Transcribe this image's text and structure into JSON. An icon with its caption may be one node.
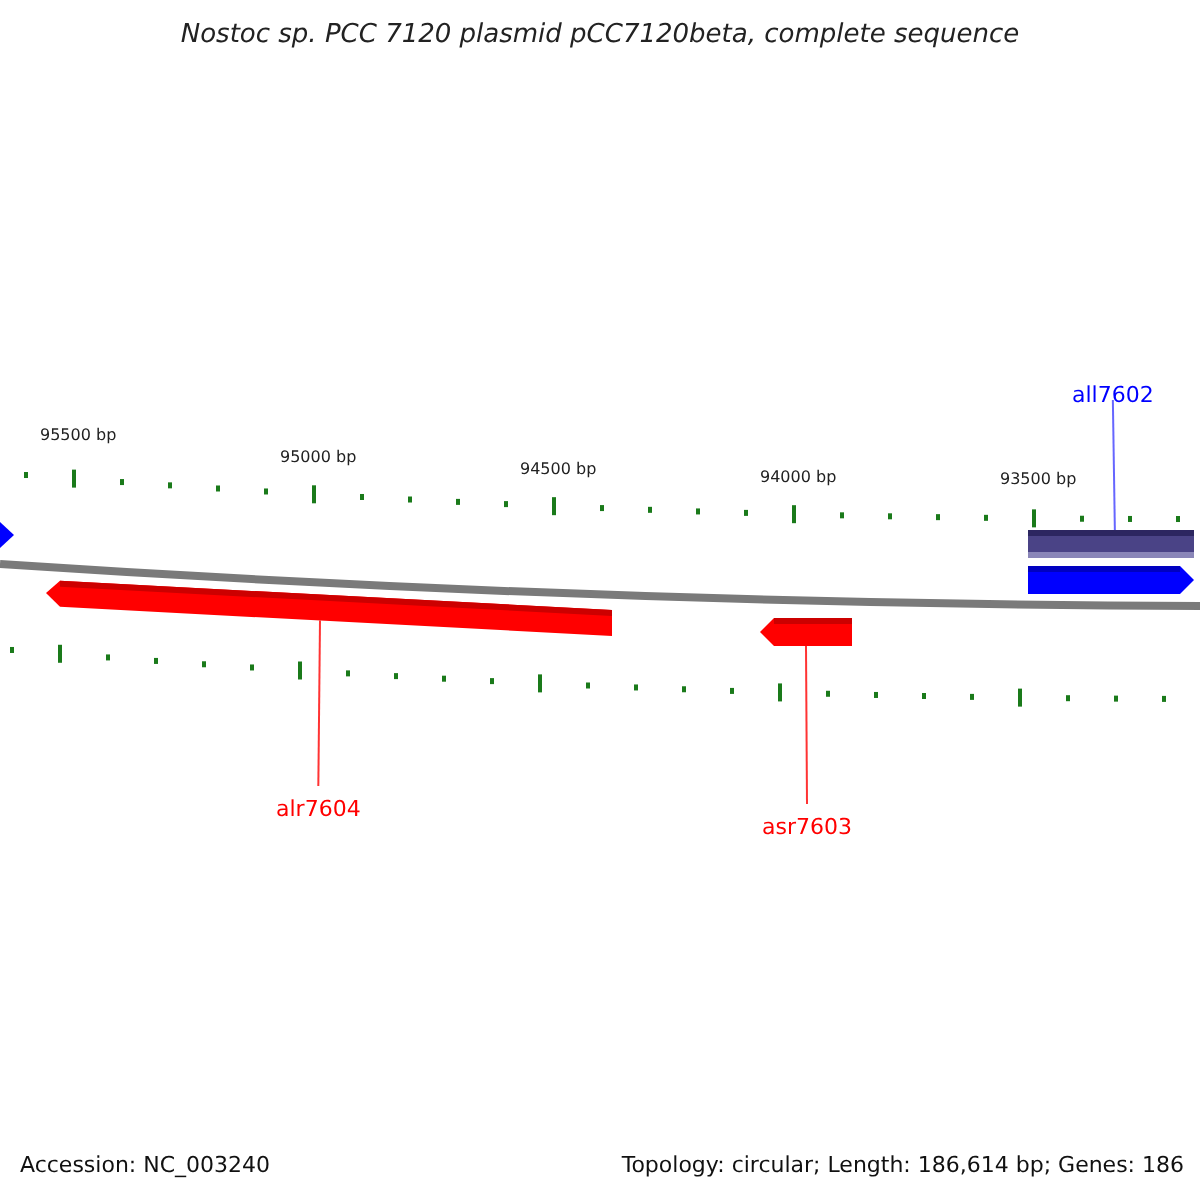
{
  "diagram": {
    "title": "Nostoc sp. PCC 7120 plasmid pCC7120beta, complete sequence",
    "nodes": [
      {
        "text": [
          "all7602"
        ]
      },
      {
        "text": [],
        "shape": "bar"
      },
      {
        "text": [],
        "shape": "arrow"
      },
      {
        "text": [],
        "shape": "arrow"
      },
      {
        "text": [],
        "shape": "arrow"
      },
      {
        "text": [],
        "shape": "arrow"
      },
      {
        "text": [
          "alr7604"
        ]
      },
      {
        "text": [
          "asr7603"
        ]
      }
    ],
    "edges": [
      {
        "from": 0,
        "to": 1,
        "arrow": "none",
        "color": "#6666ff"
      },
      {
        "from": 6,
        "to": 4,
        "arrow": "none",
        "color": "#ff3333"
      },
      {
        "from": 7,
        "to": 5,
        "arrow": "none",
        "color": "#ff3333"
      }
    ],
    "labels": [
      "95500 bp",
      "95000 bp",
      "94500 bp",
      "94000 bp",
      "93500 bp",
      "Accession: NC_003240",
      "Topology: circular; Length: 186,614 bp; Genes: 186"
    ]
  }
}
